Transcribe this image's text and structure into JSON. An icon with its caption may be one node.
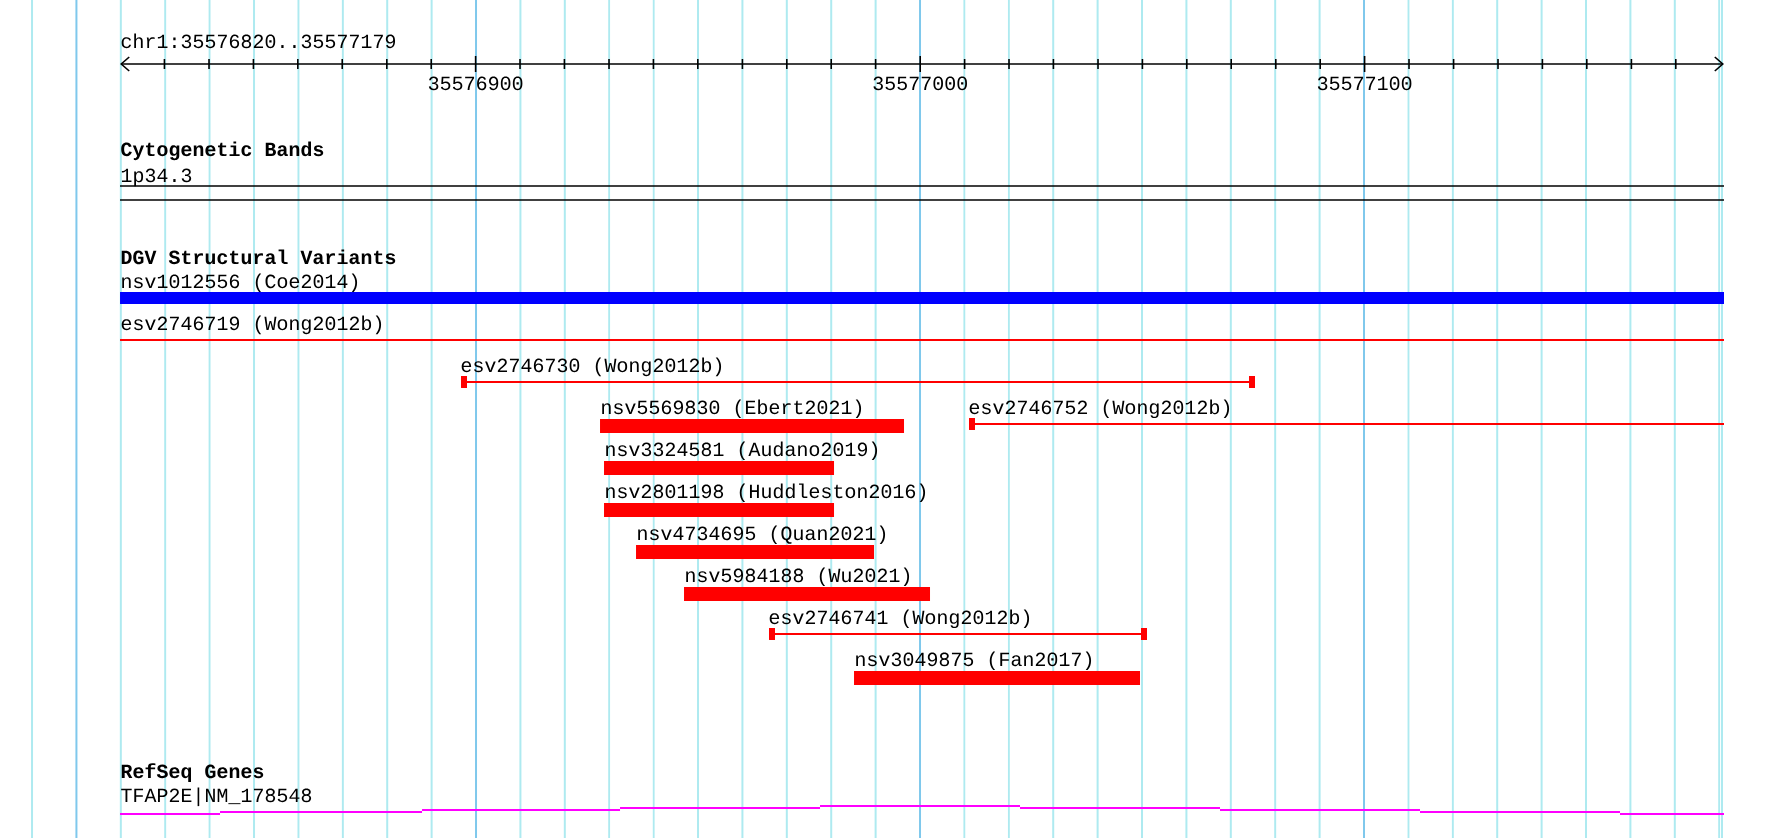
{
  "diagram": {
    "labels": [
      "chr1:35576820..35577179",
      "35576900",
      "35577000",
      "35577100",
      "Cytogenetic Bands",
      "1p34.3",
      "DGV Structural Variants",
      "nsv1012556 (Coe2014)",
      "esv2746719 (Wong2012b)",
      "esv2746730 (Wong2012b)",
      "nsv5569830 (Ebert2021)",
      "esv2746752 (Wong2012b)",
      "nsv3324581 (Audano2019)",
      "nsv2801198 (Huddleston2016)",
      "nsv4734695 (Quan2021)",
      "nsv5984188 (Wu2021)",
      "esv2746741 (Wong2012b)",
      "nsv3049875 (Fan2017)",
      "RefSeq Genes",
      "TFAP2E|NM_178548"
    ]
  }
}
